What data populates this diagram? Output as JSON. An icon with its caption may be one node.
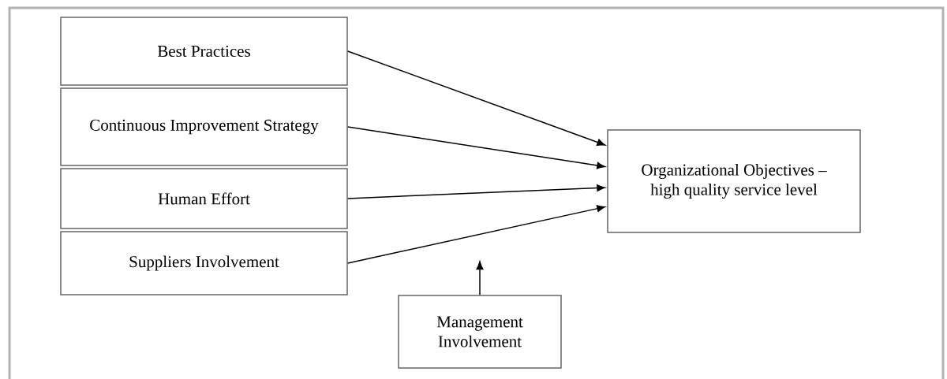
{
  "diagram": {
    "nodes": [
      {
        "text": [
          "Best Practices"
        ]
      },
      {
        "text": [
          "Continuous Improvement Strategy"
        ]
      },
      {
        "text": [
          "Human Effort"
        ]
      },
      {
        "text": [
          "Suppliers Involvement"
        ]
      },
      {
        "text": [
          "Organizational Objectives – high quality service level"
        ]
      },
      {
        "text": [
          "Management Involvement"
        ]
      }
    ],
    "edges": [
      {
        "from": 0,
        "to": 4,
        "arrow": "to"
      },
      {
        "from": 1,
        "to": 4,
        "arrow": "to"
      },
      {
        "from": 2,
        "to": 4,
        "arrow": "to"
      },
      {
        "from": 3,
        "to": 4,
        "arrow": "to"
      },
      {
        "from": 5,
        "to": null,
        "arrow": "to"
      }
    ]
  }
}
